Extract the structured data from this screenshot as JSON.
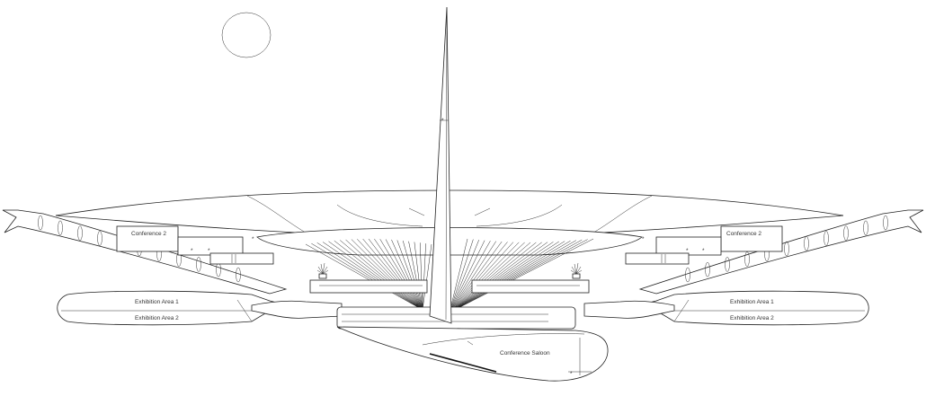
{
  "labels": {
    "conference_2_left": "Conference 2",
    "conference_2_right": "Conference 2",
    "exhibition_1_left": "Exhibition Area 1",
    "exhibition_2_left": "Exhibition Area 2",
    "exhibition_1_right": "Exhibition Area 1",
    "exhibition_2_right": "Exhibition Area 2",
    "conference_saloon": "Conference Saloon"
  }
}
